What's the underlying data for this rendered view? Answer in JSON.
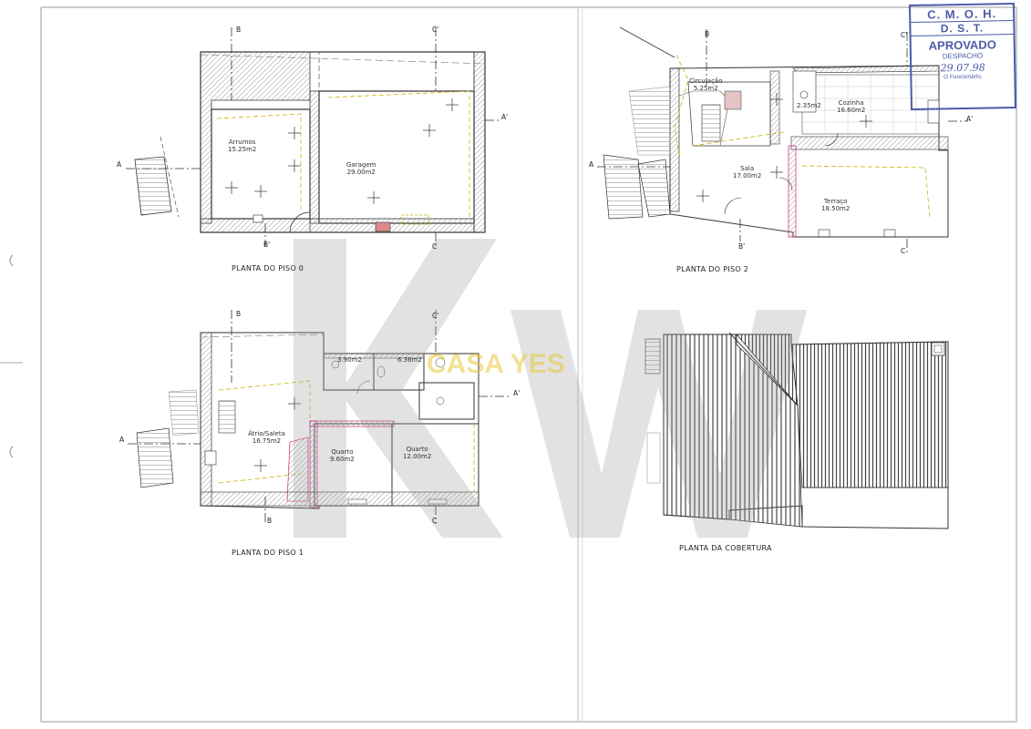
{
  "stamp": {
    "line1": "C. M. O. H.",
    "line2": "D. S. T.",
    "line3": "APROVADO",
    "line4": "DESPACHO",
    "date": "29.07.98",
    "line6": "O Funcionário,"
  },
  "watermark": {
    "letters": "KW",
    "text": "CASA YES"
  },
  "floors": {
    "piso0": {
      "caption": "PLANTA DO PISO 0",
      "rooms": [
        {
          "name": "Arrumos",
          "area": "15.25m2"
        },
        {
          "name": "Garagem",
          "area": "29.00m2"
        }
      ]
    },
    "piso1": {
      "caption": "PLANTA DO PISO 1",
      "rooms": [
        {
          "name": "",
          "area": "3.90m2"
        },
        {
          "name": "",
          "area": "6.36m2"
        },
        {
          "name": "Átrio/Saleta",
          "area": "16.75m2"
        },
        {
          "name": "Quarto",
          "area": "9.60m2"
        },
        {
          "name": "Quarto",
          "area": "12.00m2"
        }
      ]
    },
    "piso2": {
      "caption": "PLANTA DO PISO 2",
      "rooms": [
        {
          "name": "Circulação",
          "area": "5.25m2"
        },
        {
          "name": "",
          "area": "2.35m2"
        },
        {
          "name": "Cozinha",
          "area": "16.60m2"
        },
        {
          "name": "Sala",
          "area": "17.00m2"
        },
        {
          "name": "Terraço",
          "area": "18.50m2"
        }
      ]
    },
    "cobertura": {
      "caption": "PLANTA DA COBERTURA"
    }
  },
  "sections": {
    "a": "A",
    "a_prime": "A'",
    "b": "B",
    "b_prime": "B'",
    "c": "C",
    "c_prime": "C'"
  }
}
